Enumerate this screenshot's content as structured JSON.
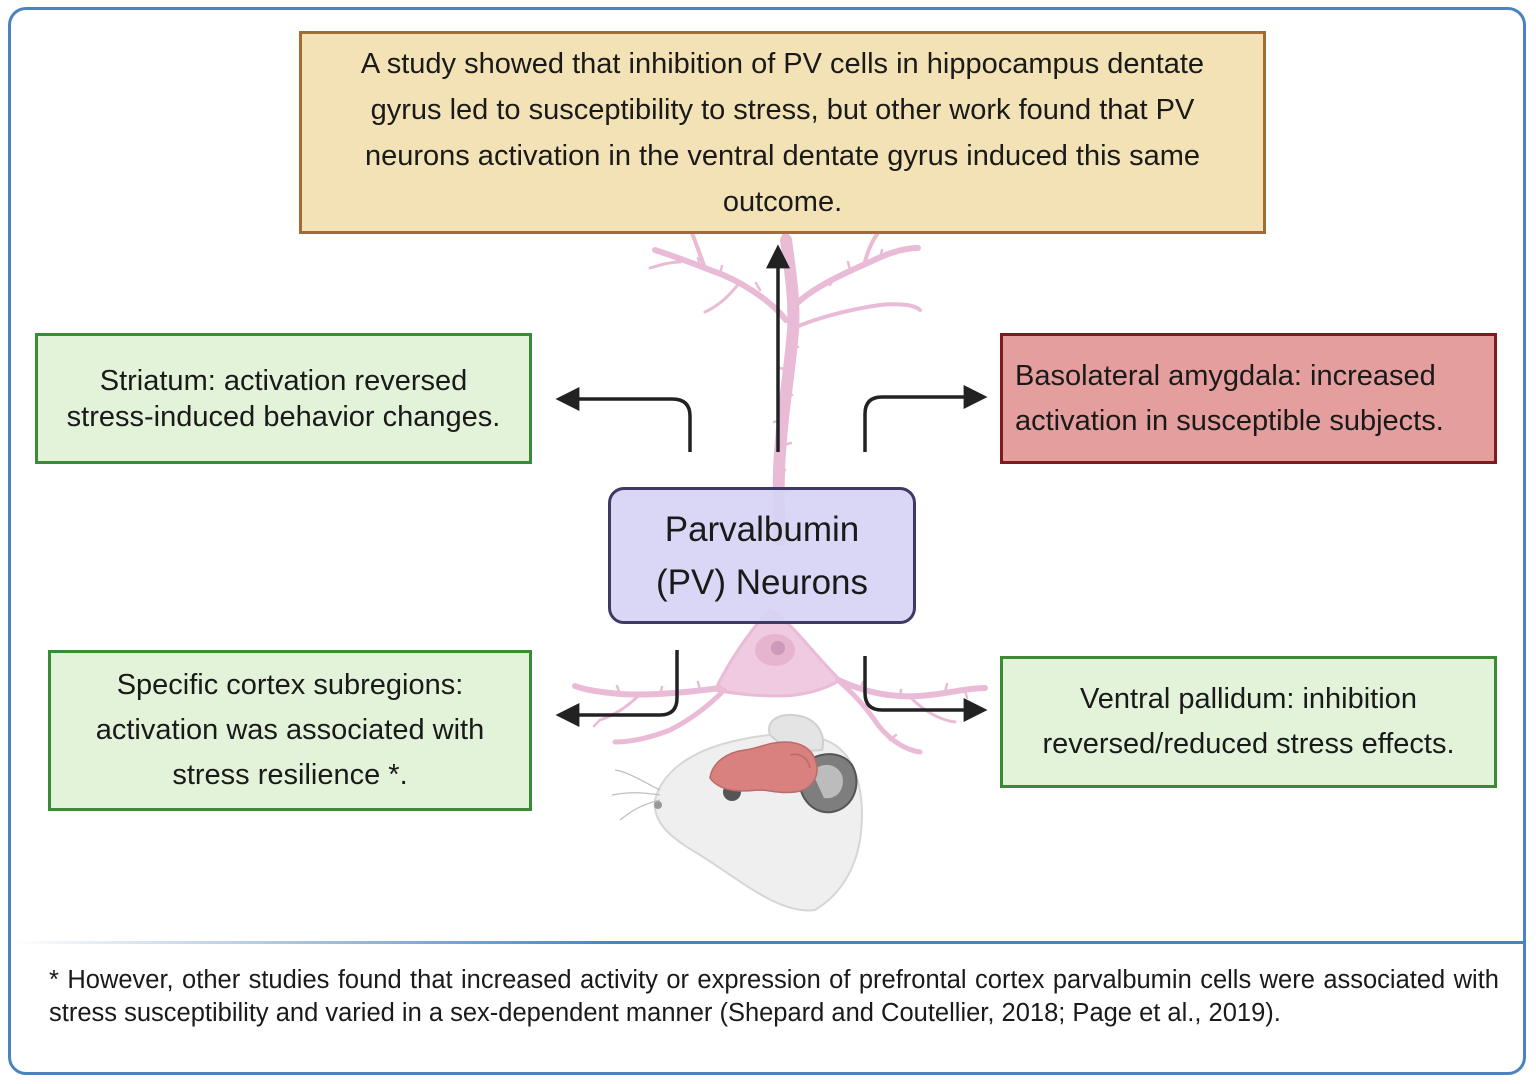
{
  "boxes": {
    "top": {
      "lines": [
        "A study showed that inhibition of PV cells  in hippocampus dentate",
        "gyrus led to susceptibility to stress, but other work found that PV",
        "neurons activation in the ventral dentate gyrus induced this same",
        "outcome."
      ]
    },
    "striatum": {
      "lines": [
        "Striatum: activation reversed",
        "stress-induced behavior changes."
      ]
    },
    "amygdala": {
      "lines": [
        "Basolateral amygdala: increased",
        "activation in susceptible subjects."
      ]
    },
    "center": {
      "lines": [
        "Parvalbumin",
        "(PV) Neurons"
      ]
    },
    "cortex": {
      "lines": [
        "Specific cortex subregions:",
        "activation was associated with",
        "stress resilience *."
      ]
    },
    "pallidum": {
      "lines": [
        "Ventral pallidum: inhibition",
        "reversed/reduced stress effects."
      ]
    }
  },
  "footnote": "* However, other studies found that increased activity or expression of prefrontal cortex parvalbumin cells  were associated with stress susceptibility and varied in a sex-dependent  manner (Shepard and Coutellier, 2018; Page et al., 2019).",
  "colors": {
    "frame": "#4a83c0",
    "top_fill": "#f2e2b5",
    "top_border": "#a26d34",
    "green_fill": "#e3f3d9",
    "green_border": "#3b8b36",
    "red_fill": "#e49e9e",
    "red_border": "#7f1b1f",
    "center_fill": "#d6d4f4",
    "center_border": "#3e3a66",
    "neuron": "#e8b8d4",
    "arrow": "#222222"
  },
  "icons": {
    "neuron": "pv-neuron-illustration",
    "mouse": "mouse-head-illustration",
    "brain": "mouse-brain-illustration"
  }
}
